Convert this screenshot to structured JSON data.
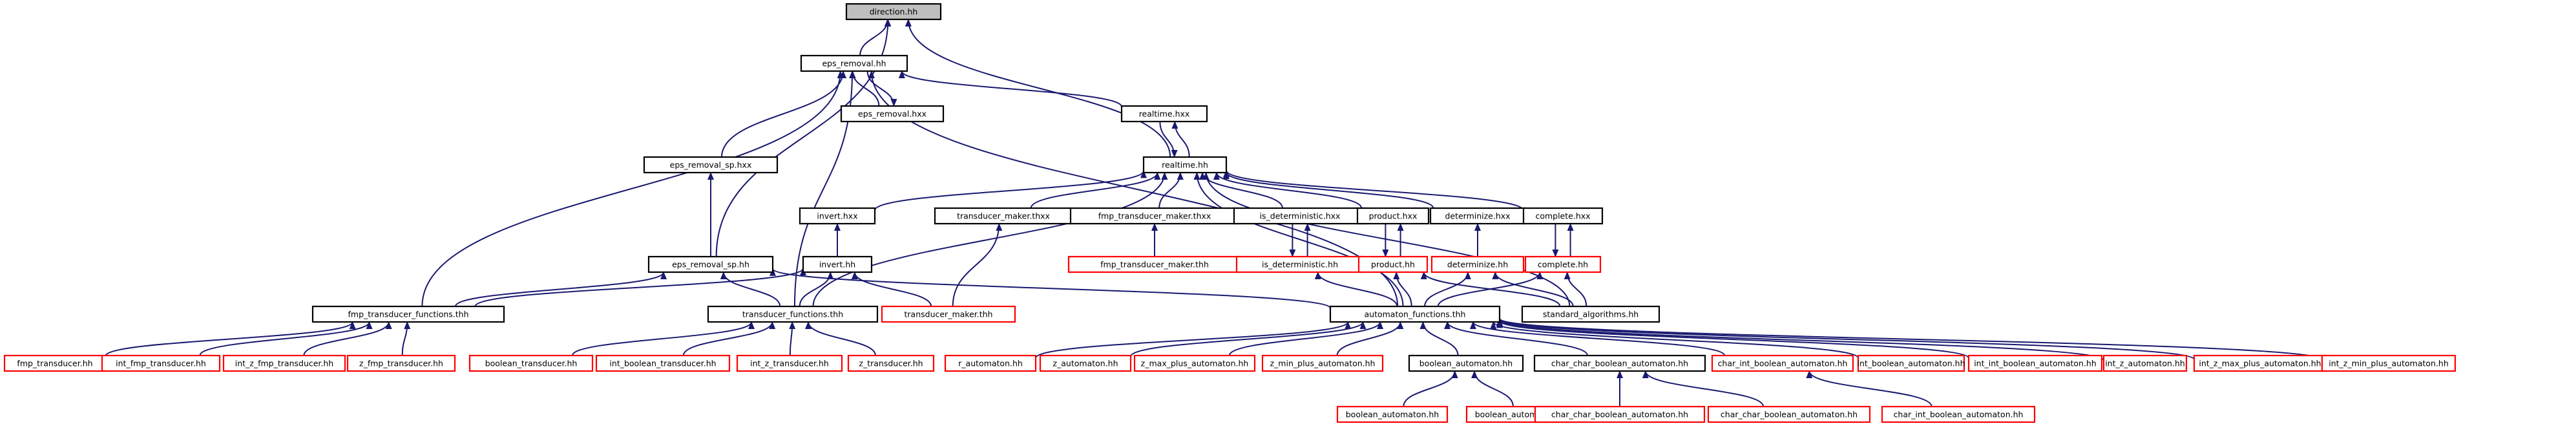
{
  "colors": {
    "edge": "#191970",
    "box_normal": "#000000",
    "box_red": "#ff0000",
    "fill_root": "#bfbfbf",
    "fill_normal": "#ffffff",
    "text": "#000000"
  },
  "nodes": [
    {
      "id": "direction",
      "label": "direction.hh",
      "style": "root"
    },
    {
      "id": "eps_removal",
      "label": "eps_removal.hh",
      "style": "normal"
    },
    {
      "id": "eps_removal_hxx",
      "label": "eps_removal.hxx",
      "style": "normal"
    },
    {
      "id": "realtime_hxx",
      "label": "realtime.hxx",
      "style": "normal"
    },
    {
      "id": "realtime",
      "label": "realtime.hh",
      "style": "normal"
    },
    {
      "id": "eps_removal_sp_hxx",
      "label": "eps_removal_sp.hxx",
      "style": "normal"
    },
    {
      "id": "invert_hxx",
      "label": "invert.hxx",
      "style": "normal"
    },
    {
      "id": "transducer_maker_thxx",
      "label": "transducer_maker.thxx",
      "style": "normal"
    },
    {
      "id": "fmp_transducer_maker_thxx",
      "label": "fmp_transducer_maker.thxx",
      "style": "normal"
    },
    {
      "id": "is_deterministic_hxx",
      "label": "is_deterministic.hxx",
      "style": "normal"
    },
    {
      "id": "product_hxx",
      "label": "product.hxx",
      "style": "normal"
    },
    {
      "id": "determinize_hxx",
      "label": "determinize.hxx",
      "style": "normal"
    },
    {
      "id": "complete_hxx",
      "label": "complete.hxx",
      "style": "normal"
    },
    {
      "id": "fmp_transducer_maker_thh",
      "label": "fmp_transducer_maker.thh",
      "style": "red"
    },
    {
      "id": "is_deterministic_hh",
      "label": "is_deterministic.hh",
      "style": "red"
    },
    {
      "id": "product_hh",
      "label": "product.hh",
      "style": "red"
    },
    {
      "id": "determinize_hh",
      "label": "determinize.hh",
      "style": "red"
    },
    {
      "id": "complete_hh",
      "label": "complete.hh",
      "style": "red"
    },
    {
      "id": "eps_removal_sp",
      "label": "eps_removal_sp.hh",
      "style": "normal"
    },
    {
      "id": "invert",
      "label": "invert.hh",
      "style": "normal"
    },
    {
      "id": "transducer_maker_thh",
      "label": "transducer_maker.thh",
      "style": "red"
    },
    {
      "id": "standard_algorithms",
      "label": "standard_algorithms.hh",
      "style": "normal"
    },
    {
      "id": "fmp_transducer_functions",
      "label": "fmp_transducer_functions.thh",
      "style": "normal"
    },
    {
      "id": "transducer_functions",
      "label": "transducer_functions.thh",
      "style": "normal"
    },
    {
      "id": "automaton_functions",
      "label": "automaton_functions.thh",
      "style": "normal"
    },
    {
      "id": "fmp_transducer",
      "label": "fmp_transducer.hh",
      "style": "red"
    },
    {
      "id": "int_fmp_transducer",
      "label": "int_fmp_transducer.hh",
      "style": "red"
    },
    {
      "id": "int_z_fmp_transducer",
      "label": "int_z_fmp_transducer.hh",
      "style": "red"
    },
    {
      "id": "z_fmp_transducer",
      "label": "z_fmp_transducer.hh",
      "style": "red"
    },
    {
      "id": "boolean_transducer",
      "label": "boolean_transducer.hh",
      "style": "red"
    },
    {
      "id": "int_boolean_transducer",
      "label": "int_boolean_transducer.hh",
      "style": "red"
    },
    {
      "id": "int_z_transducer",
      "label": "int_z_transducer.hh",
      "style": "red"
    },
    {
      "id": "z_transducer",
      "label": "z_transducer.hh",
      "style": "red"
    },
    {
      "id": "r_automaton",
      "label": "r_automaton.hh",
      "style": "red"
    },
    {
      "id": "z_automaton",
      "label": "z_automaton.hh",
      "style": "red"
    },
    {
      "id": "z_max_plus_automaton",
      "label": "z_max_plus_automaton.hh",
      "style": "red"
    },
    {
      "id": "z_min_plus_automaton",
      "label": "z_min_plus_automaton.hh",
      "style": "red"
    },
    {
      "id": "boolean_automaton_hh",
      "label": "boolean_automaton.hh",
      "style": "normal"
    },
    {
      "id": "char_char_boolean_automaton",
      "label": "char_char_boolean_automaton.hh",
      "style": "normal"
    },
    {
      "id": "char_int_boolean_automaton",
      "label": "char_int_boolean_automaton.hh",
      "style": "red"
    },
    {
      "id": "int_boolean_automaton",
      "label": "int_boolean_automaton.hh",
      "style": "red"
    },
    {
      "id": "int_int_boolean_automaton",
      "label": "int_int_boolean_automaton.hh",
      "style": "red"
    },
    {
      "id": "int_z_automaton",
      "label": "int_z_automaton.hh",
      "style": "red"
    },
    {
      "id": "int_z_max_plus_automaton",
      "label": "int_z_max_plus_automaton.hh",
      "style": "red"
    },
    {
      "id": "int_z_min_plus_automaton",
      "label": "int_z_min_plus_automaton.hh",
      "style": "red"
    },
    {
      "id": "boolean_automaton_1",
      "label": "boolean_automaton.hh",
      "style": "red"
    },
    {
      "id": "boolean_automaton_2",
      "label": "boolean_automaton.hh",
      "style": "red"
    },
    {
      "id": "char_char_boolean_automaton_1",
      "label": "char_char_boolean_automaton.hh",
      "style": "red"
    },
    {
      "id": "char_char_boolean_automaton_2",
      "label": "char_char_boolean_automaton.hh",
      "style": "red"
    },
    {
      "id": "char_int_boolean_automaton_2",
      "label": "char_int_boolean_automaton.hh",
      "style": "red"
    }
  ],
  "edges": [
    [
      "eps_removal",
      "direction"
    ],
    [
      "realtime",
      "direction"
    ],
    [
      "eps_removal_sp",
      "direction"
    ],
    [
      "eps_removal_hxx",
      "eps_removal"
    ],
    [
      "eps_removal",
      "eps_removal_hxx"
    ],
    [
      "realtime_hxx",
      "eps_removal"
    ],
    [
      "eps_removal_sp_hxx",
      "eps_removal"
    ],
    [
      "fmp_transducer_functions",
      "eps_removal"
    ],
    [
      "transducer_functions",
      "eps_removal"
    ],
    [
      "automaton_functions",
      "eps_removal"
    ],
    [
      "realtime",
      "realtime_hxx"
    ],
    [
      "realtime_hxx",
      "realtime"
    ],
    [
      "invert_hxx",
      "realtime"
    ],
    [
      "transducer_maker_thxx",
      "realtime"
    ],
    [
      "fmp_transducer_maker_thxx",
      "realtime"
    ],
    [
      "is_deterministic_hxx",
      "realtime"
    ],
    [
      "product_hxx",
      "realtime"
    ],
    [
      "determinize_hxx",
      "realtime"
    ],
    [
      "complete_hxx",
      "realtime"
    ],
    [
      "transducer_functions",
      "realtime"
    ],
    [
      "automaton_functions",
      "realtime"
    ],
    [
      "standard_algorithms",
      "realtime"
    ],
    [
      "eps_removal_sp",
      "eps_removal_sp_hxx"
    ],
    [
      "invert",
      "invert_hxx"
    ],
    [
      "transducer_maker_thh",
      "transducer_maker_thxx"
    ],
    [
      "fmp_transducer_maker_thh",
      "fmp_transducer_maker_thxx"
    ],
    [
      "is_deterministic_hh",
      "is_deterministic_hxx"
    ],
    [
      "is_deterministic_hxx",
      "is_deterministic_hh"
    ],
    [
      "product_hh",
      "product_hxx"
    ],
    [
      "product_hxx",
      "product_hh"
    ],
    [
      "determinize_hh",
      "determinize_hxx"
    ],
    [
      "complete_hh",
      "complete_hxx"
    ],
    [
      "complete_hxx",
      "complete_hh"
    ],
    [
      "automaton_functions",
      "is_deterministic_hh"
    ],
    [
      "automaton_functions",
      "product_hh"
    ],
    [
      "standard_algorithms",
      "product_hh"
    ],
    [
      "automaton_functions",
      "determinize_hh"
    ],
    [
      "standard_algorithms",
      "determinize_hh"
    ],
    [
      "automaton_functions",
      "complete_hh"
    ],
    [
      "standard_algorithms",
      "complete_hh"
    ],
    [
      "fmp_transducer_functions",
      "eps_removal_sp"
    ],
    [
      "transducer_functions",
      "eps_removal_sp"
    ],
    [
      "automaton_functions",
      "eps_removal_sp"
    ],
    [
      "fmp_transducer_functions",
      "invert"
    ],
    [
      "transducer_functions",
      "invert"
    ],
    [
      "transducer_maker_thh",
      "invert"
    ],
    [
      "fmp_transducer",
      "fmp_transducer_functions"
    ],
    [
      "int_fmp_transducer",
      "fmp_transducer_functions"
    ],
    [
      "int_z_fmp_transducer",
      "fmp_transducer_functions"
    ],
    [
      "z_fmp_transducer",
      "fmp_transducer_functions"
    ],
    [
      "boolean_transducer",
      "transducer_functions"
    ],
    [
      "int_boolean_transducer",
      "transducer_functions"
    ],
    [
      "int_z_transducer",
      "transducer_functions"
    ],
    [
      "z_transducer",
      "transducer_functions"
    ],
    [
      "r_automaton",
      "automaton_functions"
    ],
    [
      "z_automaton",
      "automaton_functions"
    ],
    [
      "z_max_plus_automaton",
      "automaton_functions"
    ],
    [
      "z_min_plus_automaton",
      "automaton_functions"
    ],
    [
      "boolean_automaton_hh",
      "automaton_functions"
    ],
    [
      "char_char_boolean_automaton",
      "automaton_functions"
    ],
    [
      "char_int_boolean_automaton",
      "automaton_functions"
    ],
    [
      "int_boolean_automaton",
      "automaton_functions"
    ],
    [
      "int_int_boolean_automaton",
      "automaton_functions"
    ],
    [
      "int_z_automaton",
      "automaton_functions"
    ],
    [
      "int_z_max_plus_automaton",
      "automaton_functions"
    ],
    [
      "int_z_min_plus_automaton",
      "automaton_functions"
    ],
    [
      "boolean_automaton_1",
      "boolean_automaton_hh"
    ],
    [
      "boolean_automaton_2",
      "boolean_automaton_hh"
    ],
    [
      "char_char_boolean_automaton_1",
      "char_char_boolean_automaton"
    ],
    [
      "char_char_boolean_automaton_2",
      "char_char_boolean_automaton"
    ],
    [
      "char_int_boolean_automaton_2",
      "char_int_boolean_automaton"
    ]
  ]
}
